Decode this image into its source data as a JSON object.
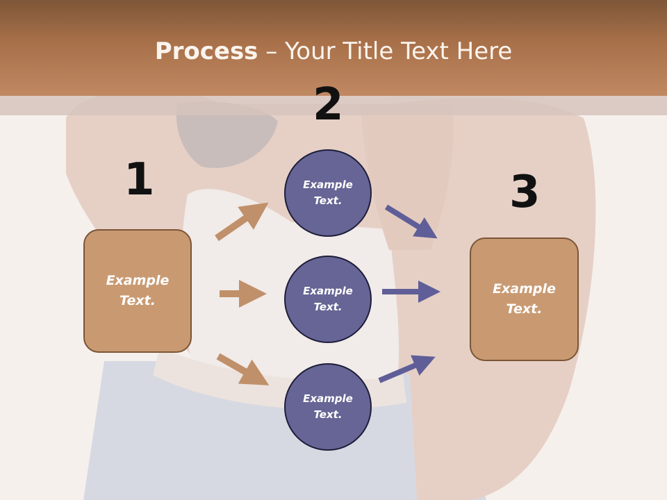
{
  "slide": {
    "title_bold": "Process",
    "title_rest": " – Your Title Text Here"
  },
  "steps": {
    "one": "1",
    "two": "2",
    "three": "3"
  },
  "nodes": {
    "left_box": "Example\nText.",
    "circle_top": "Example\nText.",
    "circle_middle": "Example\nText.",
    "circle_bottom": "Example\nText.",
    "right_box": "Example\nText."
  },
  "colors": {
    "header": "#a9714a",
    "box_fill": "#c99a72",
    "circle_fill": "#666595",
    "arrow_brown": "#c0906a",
    "arrow_purple": "#5f5e98"
  }
}
